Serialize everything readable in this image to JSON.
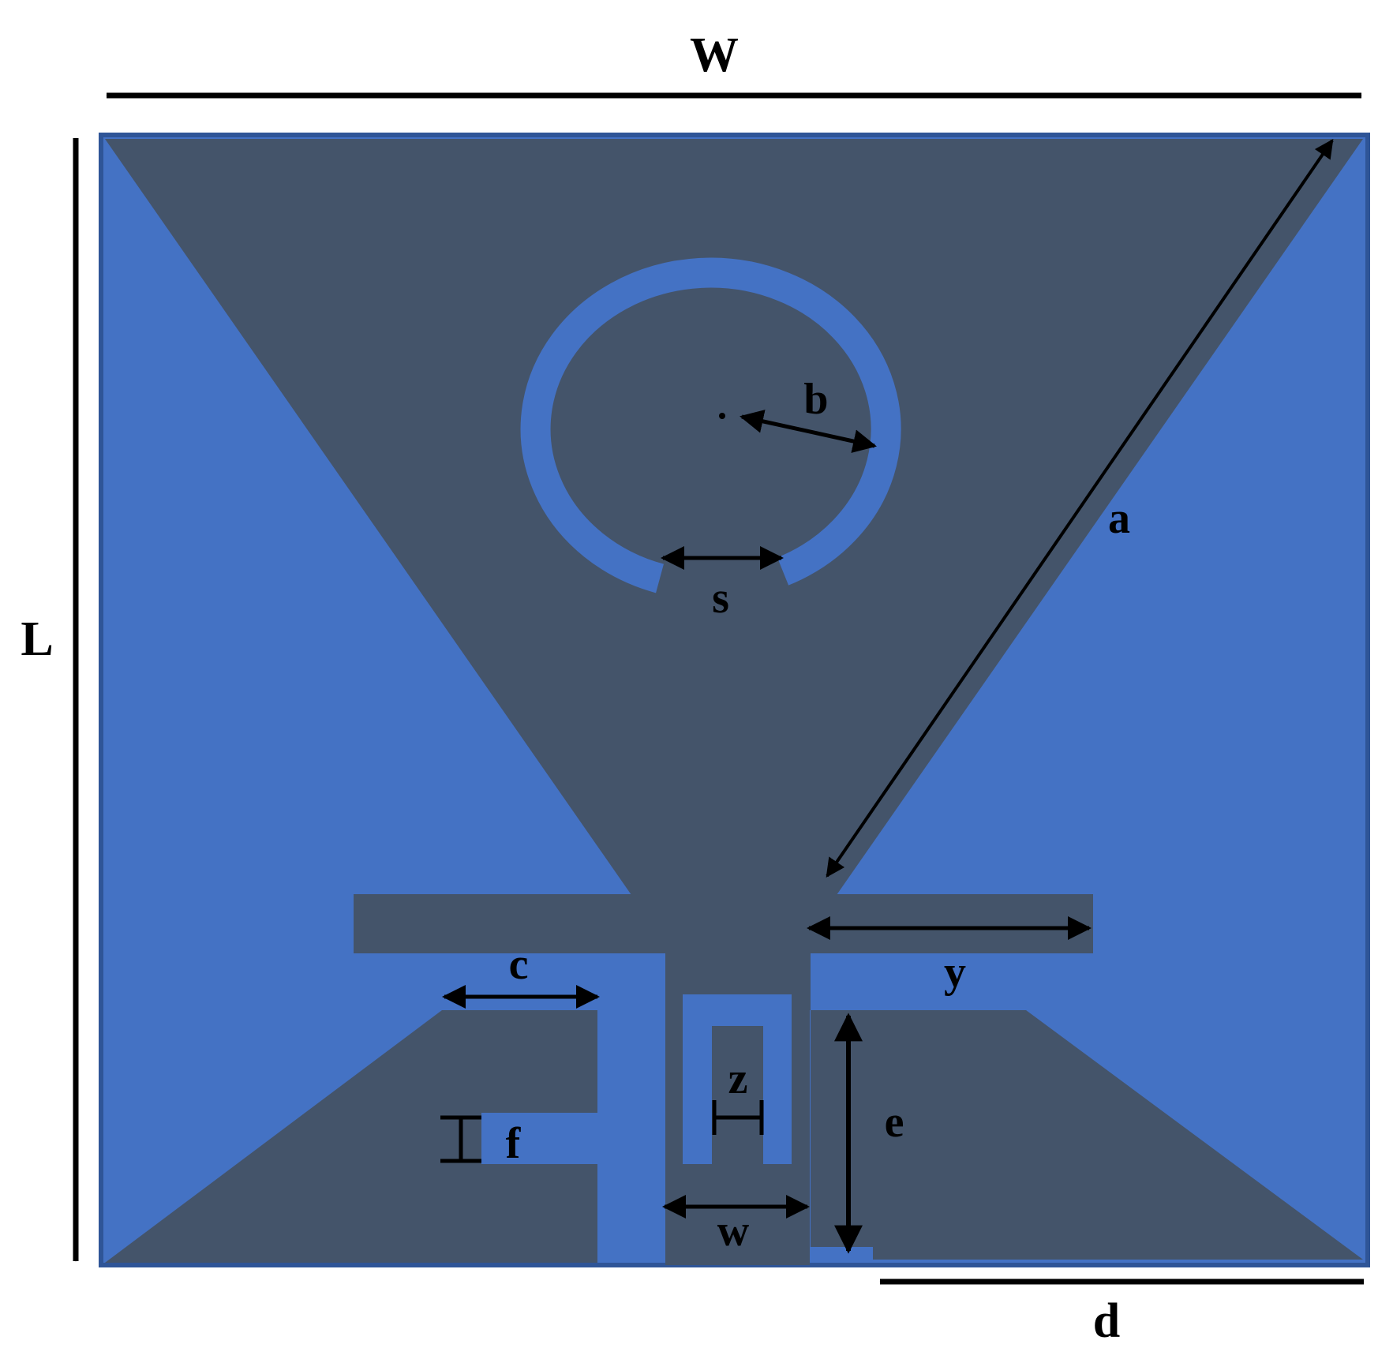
{
  "colors": {
    "substrate": "#4472c4",
    "border": "#2f5597",
    "patch": "#44546a",
    "ink": "#000000",
    "background": "#ffffff"
  },
  "labels": {
    "W": "W",
    "L": "L",
    "a": "a",
    "b": "b",
    "s": "s",
    "c": "c",
    "y": "y",
    "z": "z",
    "e": "e",
    "f": "f",
    "w": "w",
    "d": "d"
  }
}
